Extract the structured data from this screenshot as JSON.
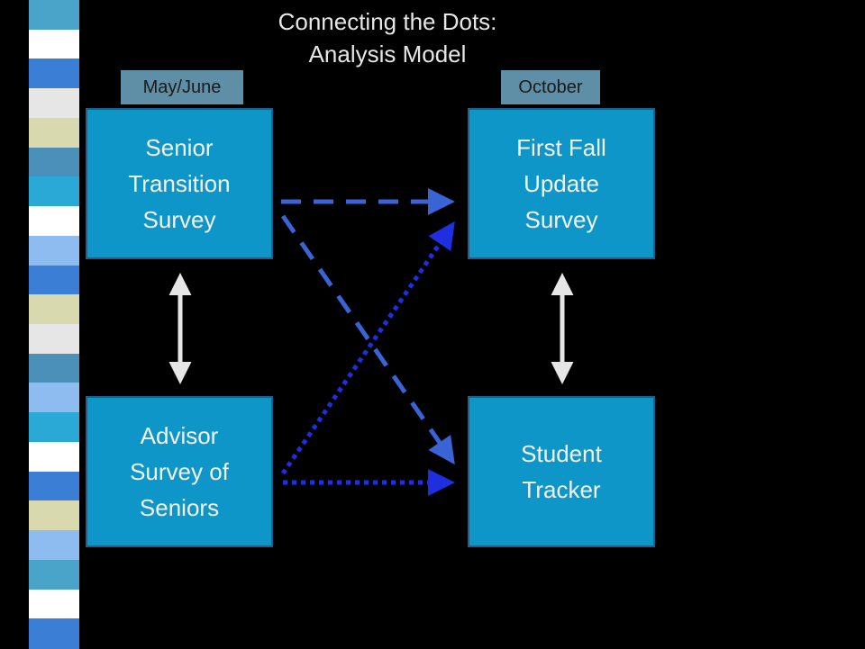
{
  "title": {
    "line1": "Connecting the Dots:",
    "line2": "Analysis Model"
  },
  "tags": {
    "left": "May/June",
    "right": "October"
  },
  "boxes": {
    "senior": "Senior\nTransition\nSurvey",
    "first_fall": "First Fall\nUpdate\nSurvey",
    "advisor": "Advisor \nSurvey of\nSeniors",
    "tracker": "Student\nTracker"
  },
  "colors": {
    "box_fill": "#0f96c8",
    "tag_fill": "#5f8fa6",
    "dashed_arrow": "#3a63d6",
    "dotted_arrow": "#1f2fe0",
    "double_arrow": "#e6e6e6"
  },
  "stripes": [
    "#4aa3c8",
    "#ffffff",
    "#3b7ed6",
    "#e6e6e6",
    "#d9d9b0",
    "#4a90b8",
    "#2aa8d6",
    "#ffffff",
    "#8fbcf0",
    "#3b7ed6",
    "#d9d9b0",
    "#e6e6e6",
    "#4a90b8",
    "#8fbcf0",
    "#2aa8d6",
    "#ffffff",
    "#3b7ed6",
    "#d9d9b0",
    "#8fbcf0",
    "#4aa3c8",
    "#ffffff",
    "#3b7ed6"
  ]
}
